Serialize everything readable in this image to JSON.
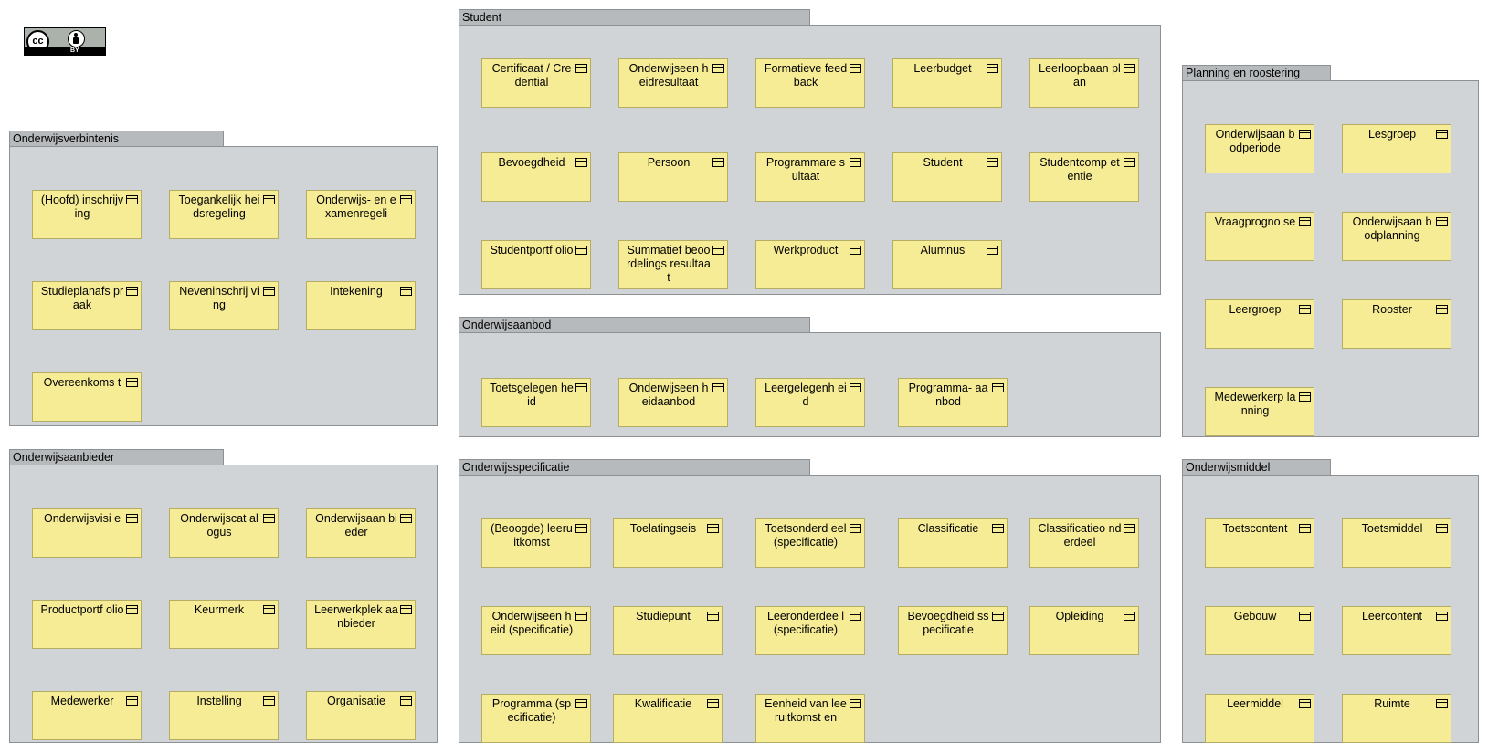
{
  "license": {
    "icon": "creative-commons-by-badge",
    "cc_text": "cc",
    "by_text": "BY"
  },
  "groups": {
    "onderwijsverbintenis": {
      "title": "Onderwijsverbintenis",
      "items": [
        "(Hoofd) inschrijving",
        "Toegankelijk heidsregeling",
        "Onderwijs- en examenregeli",
        "Studieplanafs praak",
        "Neveninschrij ving",
        "Intekening",
        "Overeenkoms t"
      ]
    },
    "onderwijsaanbieder": {
      "title": "Onderwijsaanbieder",
      "items": [
        "Onderwijsvisi e",
        "Onderwijscat alogus",
        "Onderwijsaan bieder",
        "Productportf olio",
        "Keurmerk",
        "Leerwerkplek aanbieder",
        "Medewerker",
        "Instelling",
        "Organisatie"
      ]
    },
    "student": {
      "title": "Student",
      "items": [
        "Certificaat / Credential",
        "Onderwijseen heidresultaat",
        "Formatieve feedback",
        "Leerbudget",
        "Leerloopbaan plan",
        "Bevoegdheid",
        "Persoon",
        "Programmare sultaat",
        "Student",
        "Studentcomp etentie",
        "Studentportf olio",
        "Summatief beoordelings resultaat",
        "Werkproduct",
        "Alumnus"
      ]
    },
    "onderwijsaanbod": {
      "title": "Onderwijsaanbod",
      "items": [
        "Toetsgelegen heid",
        "Onderwijseen heidaanbod",
        "Leergelegenh eid",
        "Programma- aanbod"
      ]
    },
    "onderwijsspecificatie": {
      "title": "Onderwijsspecificatie",
      "items": [
        "(Beoogde) leeruitkomst",
        "Toelatingseis",
        "Toetsonderd eel (specificatie)",
        "Classificatie",
        "Classificatieo nderdeel",
        "Onderwijseen heid (specificatie)",
        "Studiepunt",
        "Leeronderdee l(specificatie)",
        "Bevoegdheid sspecificatie",
        "Opleiding",
        "Programma (specificatie)",
        "Kwalificatie",
        "Eenheid van leeruitkomst en"
      ]
    },
    "planning": {
      "title": "Planning en roostering",
      "items": [
        "Onderwijsaan bodperiode",
        "Lesgroep",
        "Vraagprogno se",
        "Onderwijsaan bodplanning",
        "Leergroep",
        "Rooster",
        "Medewerkerp lanning"
      ]
    },
    "onderwijsmiddel": {
      "title": "Onderwijsmiddel",
      "items": [
        "Toetscontent",
        "Toetsmiddel",
        "Gebouw",
        "Leercontent",
        "Leermiddel",
        "Ruimte"
      ]
    }
  }
}
